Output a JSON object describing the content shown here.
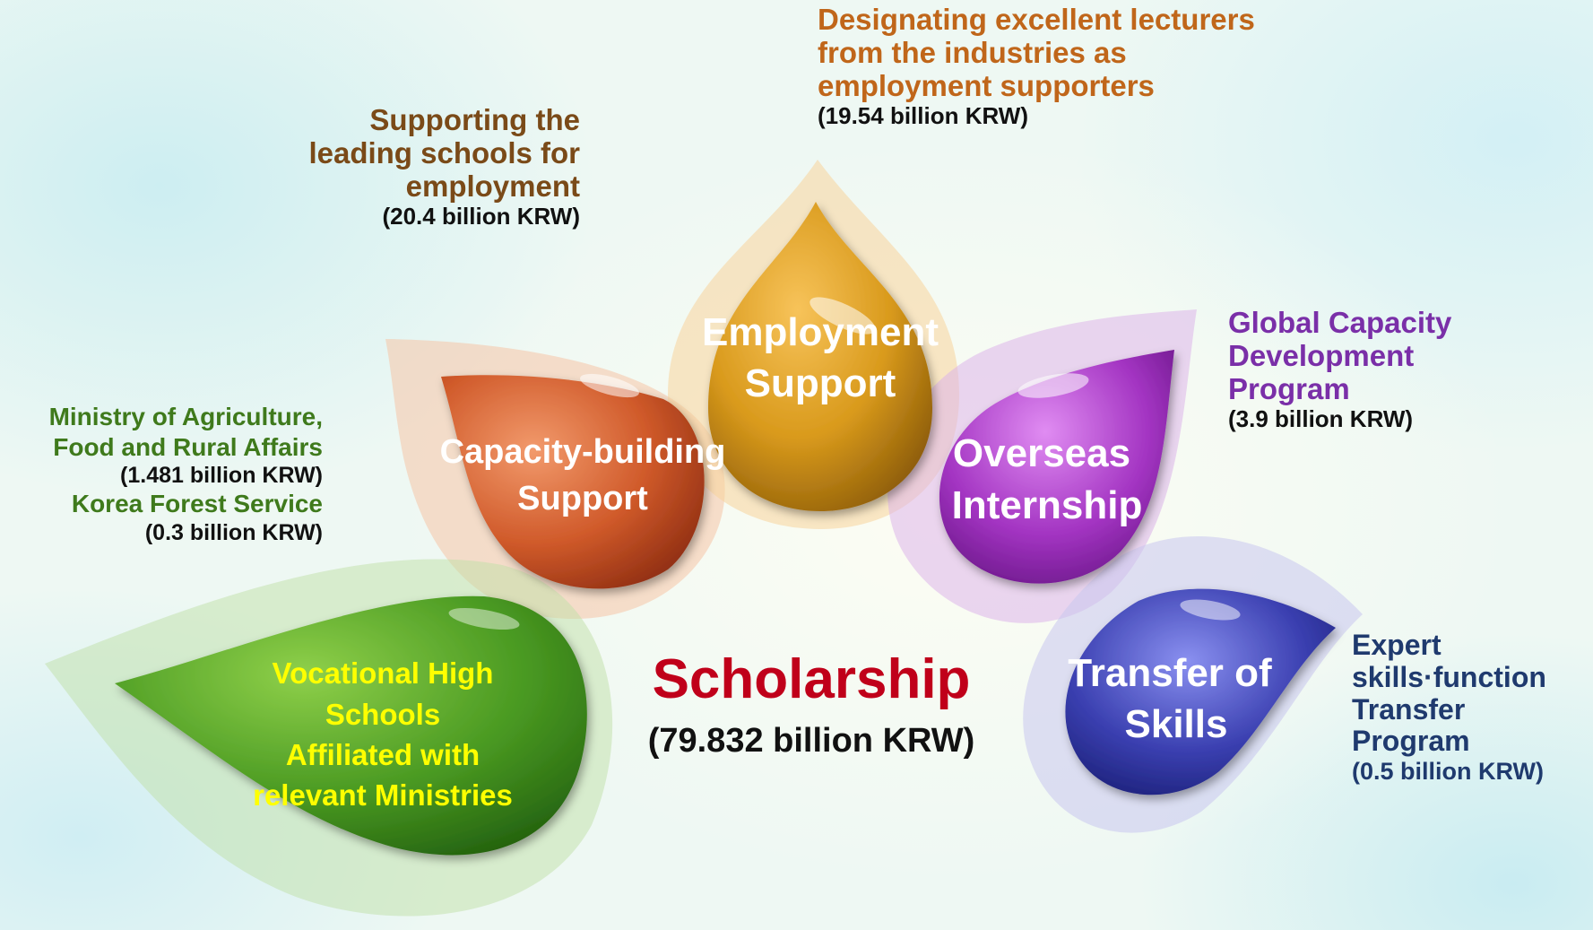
{
  "center": {
    "title": "Scholarship",
    "amount": "(79.832 billion KRW)"
  },
  "petals": {
    "employment": {
      "line1": "Employment",
      "line2": "Support"
    },
    "capacity": {
      "line1": "Capacity-building",
      "line2": "Support"
    },
    "overseas": {
      "line1": "Overseas",
      "line2": "Internship"
    },
    "transfer": {
      "line1": "Transfer of",
      "line2": "Skills"
    },
    "vocational": {
      "line1": "Vocational High",
      "line2": "Schools",
      "line3": "Affiliated with",
      "line4": "relevant Ministries"
    }
  },
  "notes": {
    "employment_note": {
      "line1": "Designating excellent lecturers",
      "line2": "from the industries as",
      "line3": "employment supporters",
      "amount": "(19.54 billion KRW)"
    },
    "capacity_note": {
      "line1": "Supporting the",
      "line2": "leading schools for",
      "line3": "employment",
      "amount": "(20.4 billion KRW)"
    },
    "overseas_note": {
      "line1": "Global Capacity",
      "line2": "Development",
      "line3": "Program",
      "amount": "(3.9 billion KRW)"
    },
    "transfer_note": {
      "line1": "Expert",
      "line2": "skills·function",
      "line3": "Transfer",
      "line4": "Program",
      "amount": "(0.5 billion KRW)"
    },
    "ministry_note": {
      "line1": "Ministry of Agriculture,",
      "line2": "Food and Rural Affairs",
      "amount1": "(1.481 billion KRW)",
      "line3": "Korea Forest Service",
      "amount2": "(0.3 billion KRW)"
    }
  },
  "colors": {
    "employment": "#d99a1c",
    "capacity": "#d05a2a",
    "overseas": "#a334c2",
    "transfer": "#3a3fb0",
    "vocational": "#3f8f1f",
    "employment_note": "#c0661a",
    "capacity_note": "#7a4a18",
    "overseas_note": "#7a2fa8",
    "transfer_note": "#1f3a6e",
    "ministry_note": "#3f7a1c",
    "scholarship": "#c0001a",
    "vocational_text": "#ffff00"
  }
}
